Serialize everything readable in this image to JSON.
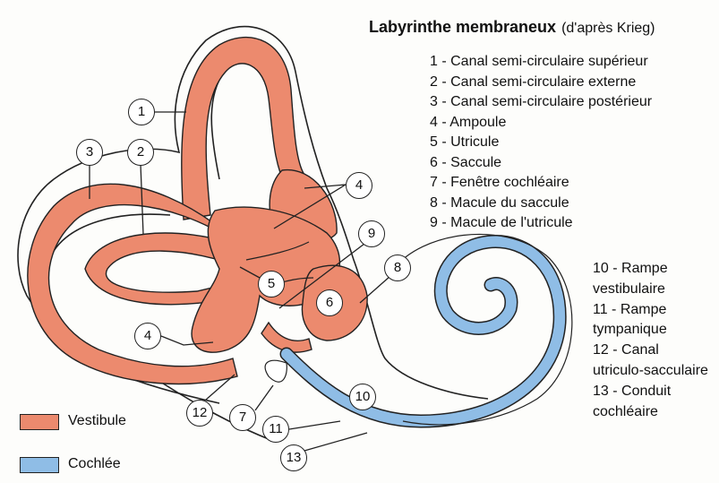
{
  "title": {
    "main": "Labyrinthe membraneux",
    "sub": "(d'après Krieg)"
  },
  "legend_items": [
    "1 - Canal semi-circulaire supérieur",
    "2 - Canal semi-circulaire externe",
    "3 - Canal semi-circulaire postérieur",
    "4 - Ampoule",
    "5 - Utricule",
    "6 - Saccule",
    "7 - Fenêtre cochléaire",
    "8 - Macule du saccule",
    "9 - Macule de l'utricule"
  ],
  "legend_items_2": [
    "10 - Rampe",
    "vestibulaire",
    "11 - Rampe",
    "tympanique",
    "12 - Canal",
    "utriculo-sacculaire",
    "13 -  Conduit",
    "cochléaire"
  ],
  "keys": {
    "vestibule": {
      "label": "Vestibule",
      "color": "#ec8a6e"
    },
    "cochlee": {
      "label": "Cochlée",
      "color": "#8fbde6"
    }
  },
  "callouts": {
    "c1": "1",
    "c2": "2",
    "c3": "3",
    "c4a": "4",
    "c4b": "4",
    "c5": "5",
    "c6": "6",
    "c7": "7",
    "c8": "8",
    "c9": "9",
    "c10": "10",
    "c11": "11",
    "c12": "12",
    "c13": "13"
  },
  "colors": {
    "vestibule": "#ec8a6e",
    "cochlee": "#8fbde6",
    "outline": "#222222"
  }
}
